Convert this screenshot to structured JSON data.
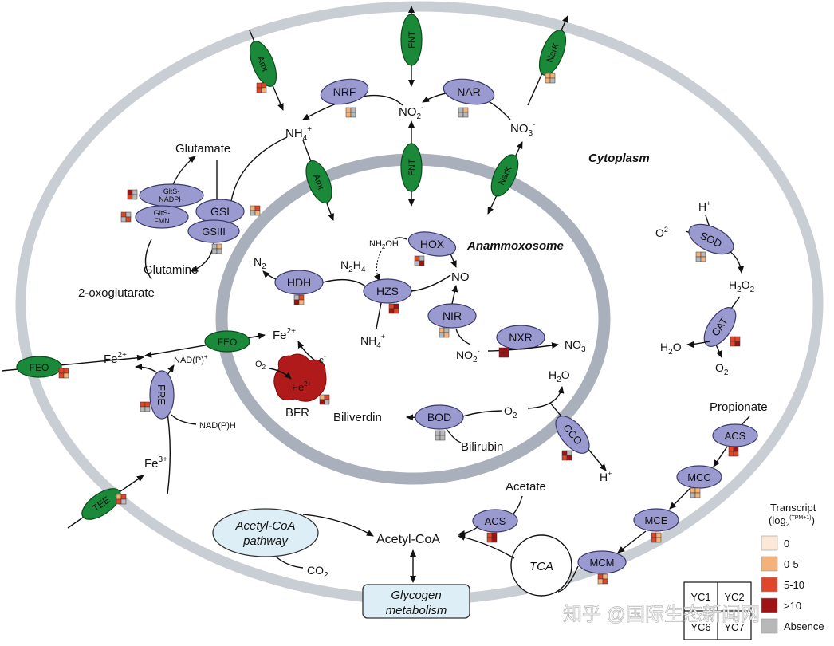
{
  "regions": {
    "cytoplasm": "Cytoplasm",
    "anammoxosome": "Anammoxosome"
  },
  "enzymes": {
    "NRF": "NRF",
    "NAR": "NAR",
    "GSI": "GSI",
    "GSIII": "GSIII",
    "GltS_NADPH": "GltS-\nNADPH",
    "GltS_FMN": "GltS-\nFMN",
    "HDH": "HDH",
    "HZS": "HZS",
    "HOX": "HOX",
    "NIR": "NIR",
    "NXR": "NXR",
    "FRE": "FRE",
    "BOD": "BOD",
    "CCO": "CCO",
    "SOD": "SOD",
    "CAT": "CAT",
    "ACS_prop": "ACS",
    "MCC": "MCC",
    "MCE": "MCE",
    "MCM": "MCM",
    "ACS_acet": "ACS"
  },
  "transporters": {
    "Amt_outer": "Amt",
    "Amt_inner": "Amt",
    "FNT_outer": "FNT",
    "FNT_inner": "FNT",
    "NarK_outer": "NarK",
    "NarK_inner": "NarK",
    "FEO_outer": "FEO",
    "FEO_inner": "FEO",
    "TEE": "TEE"
  },
  "labels": {
    "glutamate": "Glutamate",
    "glutamine": "Glutamine",
    "oxoglutarate": "2-oxoglutarate",
    "nh4": "NH4+",
    "no2": "NO2-",
    "no3": "NO3-",
    "n2": "N2",
    "n2h4": "N2H4",
    "nh2oh": "NH2OH",
    "no": "NO",
    "fe2": "Fe2+",
    "fe3": "Fe3+",
    "nadp": "NAD(P)+",
    "nadph": "NAD(P)H",
    "o2": "O2",
    "e": "e-",
    "bfr": "BFR",
    "biliverdin": "Biliverdin",
    "bilirubin": "Bilirubin",
    "h2o": "H2O",
    "h": "H+",
    "o2minus": "O2-",
    "h2o2": "H2O2",
    "propionate": "Propionate",
    "acetate": "Acetate",
    "acetylcoa": "Acetyl-CoA",
    "co2": "CO2",
    "tca": "TCA",
    "acetylcoa_pathway": [
      "Acetyl-CoA",
      "pathway"
    ],
    "glycogen": [
      "Glycogen",
      "metabolism"
    ]
  },
  "legend": {
    "title": "Transcript",
    "subtitle": "(log2(TPM+1))",
    "items": [
      {
        "label": "0",
        "color": "#fbe8d8"
      },
      {
        "label": "0-5",
        "color": "#f2b27a"
      },
      {
        "label": "5-10",
        "color": "#e0462a"
      },
      {
        "label": ">10",
        "color": "#9e1414"
      },
      {
        "label": "Absence",
        "color": "#b8b8b8"
      }
    ],
    "grid": [
      "YC1",
      "YC2",
      "YC6",
      "YC7"
    ]
  },
  "watermark": "知乎 @国际生态新闻网"
}
